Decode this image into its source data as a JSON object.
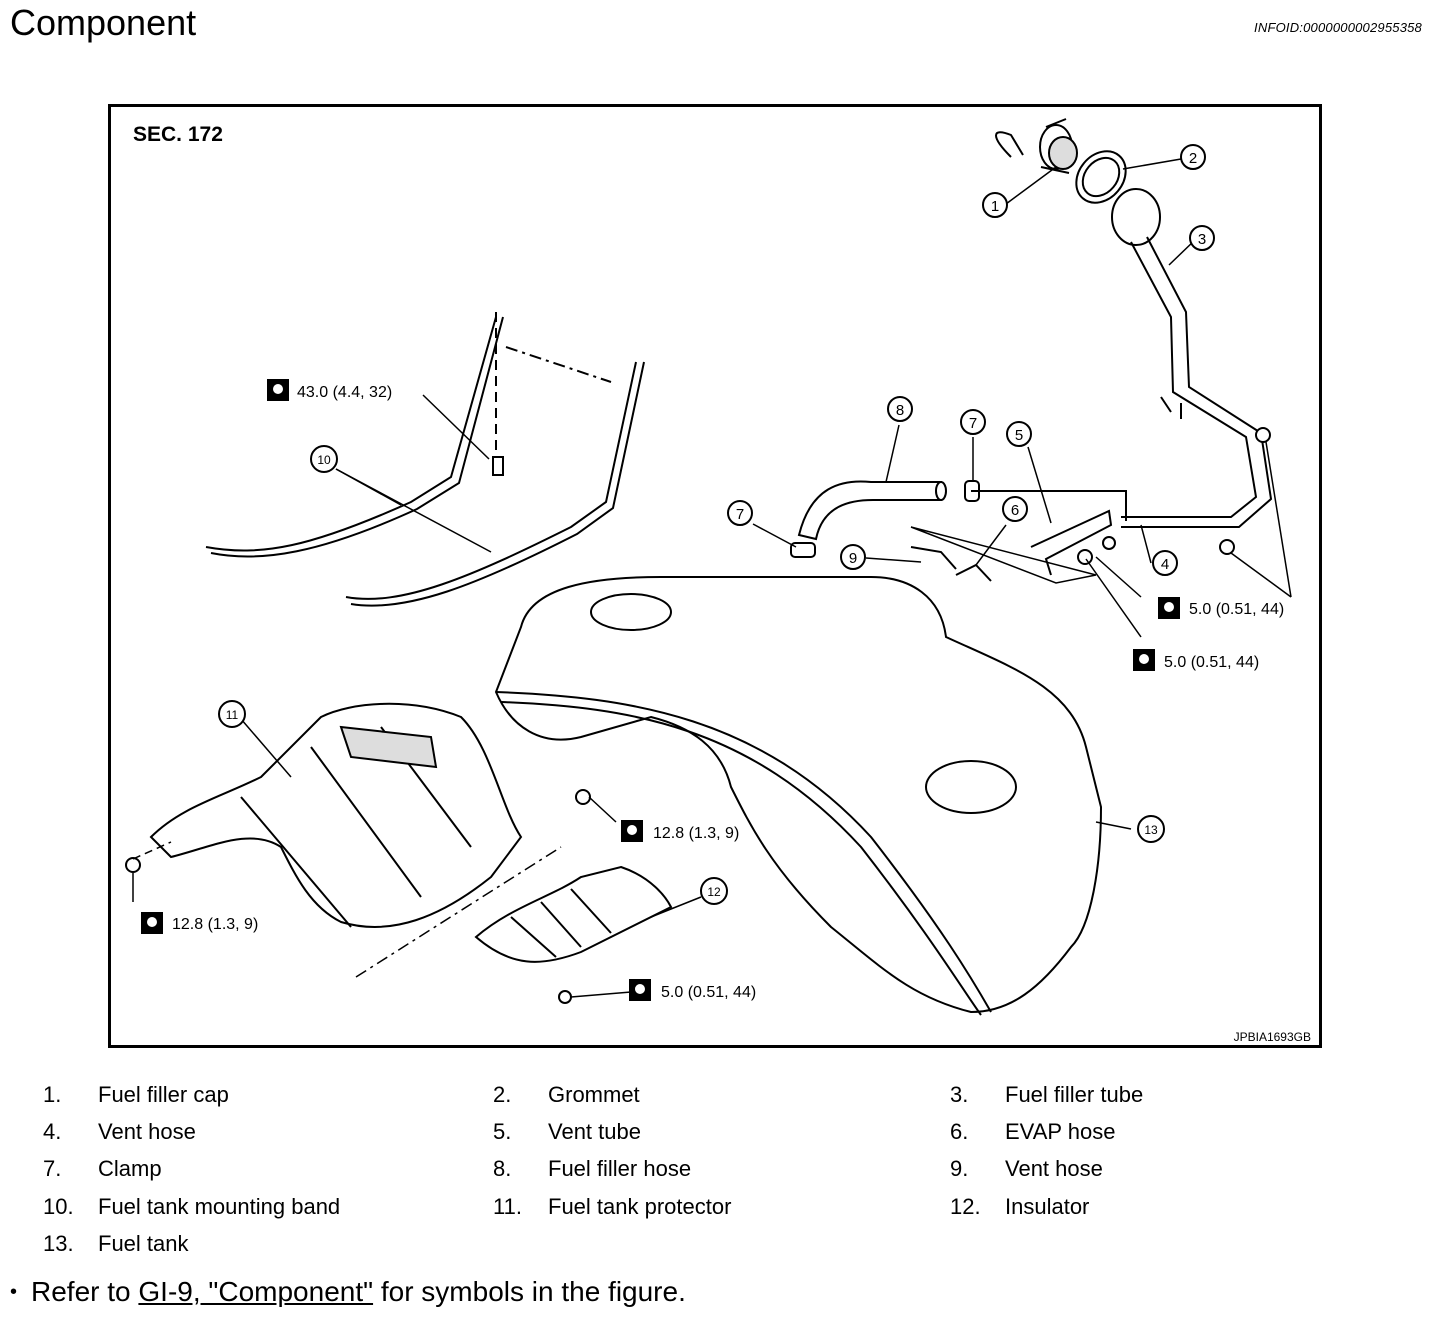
{
  "header": {
    "title": "Component",
    "info_id": "INFOID:0000000002955358"
  },
  "figure": {
    "section": "SEC. 172",
    "figure_code": "JPBIA1693GB",
    "callouts": [
      "1",
      "2",
      "3",
      "4",
      "5",
      "6",
      "7",
      "7",
      "8",
      "9",
      "10",
      "11",
      "12",
      "13"
    ],
    "torques": [
      "43.0 (4.4, 32)",
      "5.0 (0.51, 44)",
      "5.0 (0.51, 44)",
      "12.8 (1.3, 9)",
      "12.8 (1.3, 9)",
      "5.0 (0.51, 44)"
    ]
  },
  "legend": [
    {
      "num": "1.",
      "label": "Fuel filler cap"
    },
    {
      "num": "2.",
      "label": "Grommet"
    },
    {
      "num": "3.",
      "label": "Fuel filler tube"
    },
    {
      "num": "4.",
      "label": "Vent hose"
    },
    {
      "num": "5.",
      "label": "Vent tube"
    },
    {
      "num": "6.",
      "label": "EVAP hose"
    },
    {
      "num": "7.",
      "label": "Clamp"
    },
    {
      "num": "8.",
      "label": "Fuel filler hose"
    },
    {
      "num": "9.",
      "label": "Vent hose"
    },
    {
      "num": "10.",
      "label": "Fuel tank mounting band"
    },
    {
      "num": "11.",
      "label": "Fuel tank protector"
    },
    {
      "num": "12.",
      "label": "Insulator"
    },
    {
      "num": "13.",
      "label": "Fuel tank"
    }
  ],
  "note": {
    "prefix": "Refer to ",
    "link": "GI-9, \"Component\"",
    "suffix": " for symbols in the figure."
  }
}
